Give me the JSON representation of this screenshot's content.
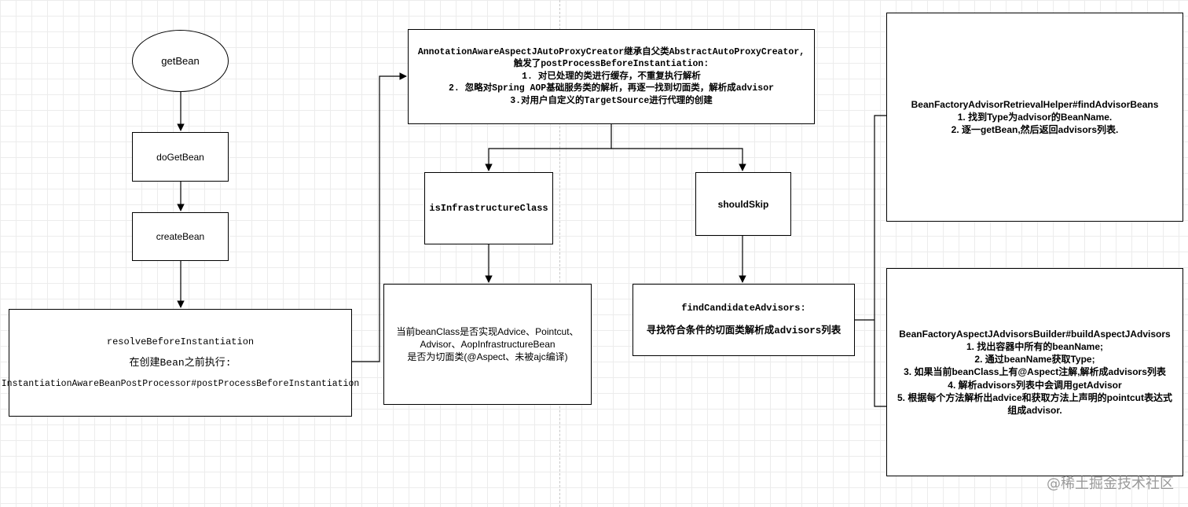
{
  "nodes": {
    "get_bean": "getBean",
    "do_get_bean": "doGetBean",
    "create_bean": "createBean",
    "resolve": {
      "title": "resolveBeforeInstantiation",
      "subtitle": "在创建Bean之前执行:",
      "detail": "InstantiationAwareBeanPostProcessor#postProcessBeforeInstantiation"
    },
    "creator": {
      "lines": [
        "AnnotationAwareAspectJAutoProxyCreator继承自父类AbstractAutoProxyCreator,",
        "触发了postProcessBeforeInstantiation:",
        "1. 对已处理的类进行缓存，不重复执行解析",
        "2. 忽略对Spring AOP基础服务类的解析，再逐一找到切面类，解析成advisor",
        "3.对用户自定义的TargetSource进行代理的创建"
      ]
    },
    "is_infra": "isInfrastructureClass",
    "should_skip": "shouldSkip",
    "infra_desc": {
      "lines": [
        "当前beanClass是否实现Advice、Pointcut、",
        "Advisor、AopInfrastructureBean",
        "是否为切面类(@Aspect、未被ajc编译)"
      ]
    },
    "find_candidate": {
      "title": "findCandidateAdvisors:",
      "subtitle": "寻找符合条件的切面类解析成advisors列表"
    },
    "retrieval_helper": {
      "lines": [
        "BeanFactoryAdvisorRetrievalHelper#findAdvisorBeans",
        "1. 找到Type为advisor的BeanName.",
        "2. 逐一getBean,然后返回advisors列表."
      ]
    },
    "aspectj_builder": {
      "lines": [
        "BeanFactoryAspectJAdvisorsBuilder#buildAspectJAdvisors",
        "1. 找出容器中所有的beanName;",
        "2. 通过beanName获取Type;",
        "3. 如果当前beanClass上有@Aspect注解,解析成advisors列表",
        "4. 解析advisors列表中会调用getAdvisor",
        "5. 根据每个方法解析出advice和获取方法上声明的pointcut表达式",
        "组成advisor."
      ]
    }
  },
  "watermark": "@稀土掘金技术社区",
  "colors": {
    "stroke": "#000000",
    "grid": "#ececec",
    "background": "#ffffff"
  }
}
